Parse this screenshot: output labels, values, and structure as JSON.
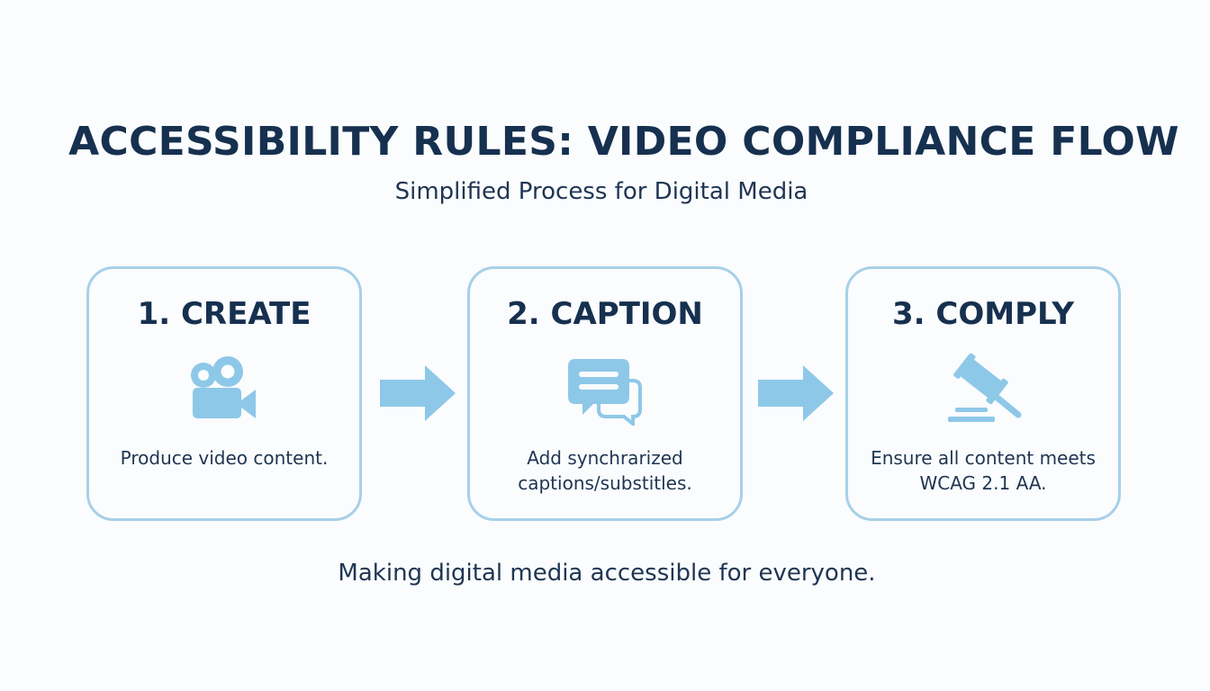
{
  "header": {
    "title": "ACCESSIBILITY RULES: VIDEO COMPLIANCE FLOW",
    "subtitle": "Simplified Process for Digital Media"
  },
  "steps": [
    {
      "heading": "1. CREATE",
      "icon": "video-camera-icon",
      "description": "Produce video content."
    },
    {
      "heading": "2. CAPTION",
      "icon": "speech-bubbles-icon",
      "description": "Add synchrarized captions/substitles."
    },
    {
      "heading": "3. COMPLY",
      "icon": "gavel-icon",
      "description": "Ensure all content meets WCAG 2.1 AA."
    }
  ],
  "footer": {
    "text": "Making digital media accessible for everyone."
  },
  "colors": {
    "heading": "#16304f",
    "accent": "#8ec8e8",
    "box_border": "#a7d0e8",
    "background": "#fafcfd"
  }
}
